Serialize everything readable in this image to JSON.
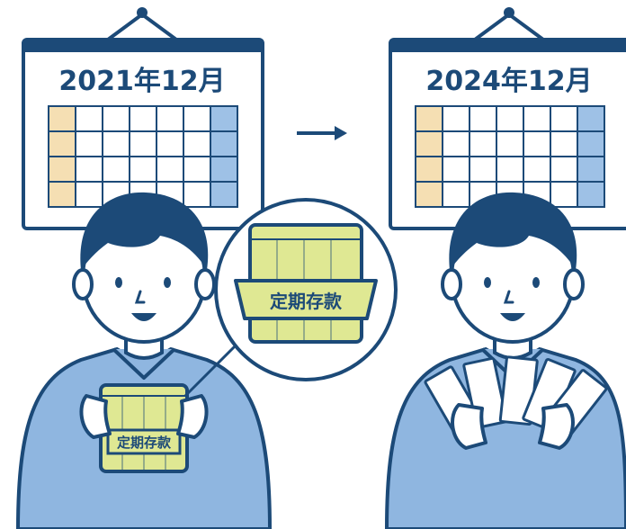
{
  "calendar_before": {
    "title": "2021年12月"
  },
  "calendar_after": {
    "title": "2024年12月"
  },
  "bankbook": {
    "label": "定期存款"
  },
  "arrow": {
    "symbol": "→"
  },
  "colors": {
    "navy": "#1c4a78",
    "shirt": "#8fb6e0",
    "cal_weekday_tint": "#f5dfb3",
    "cal_weekend_tint": "#9ec1e6",
    "bankbook": "#dfe893",
    "skin": "#ffffff"
  }
}
